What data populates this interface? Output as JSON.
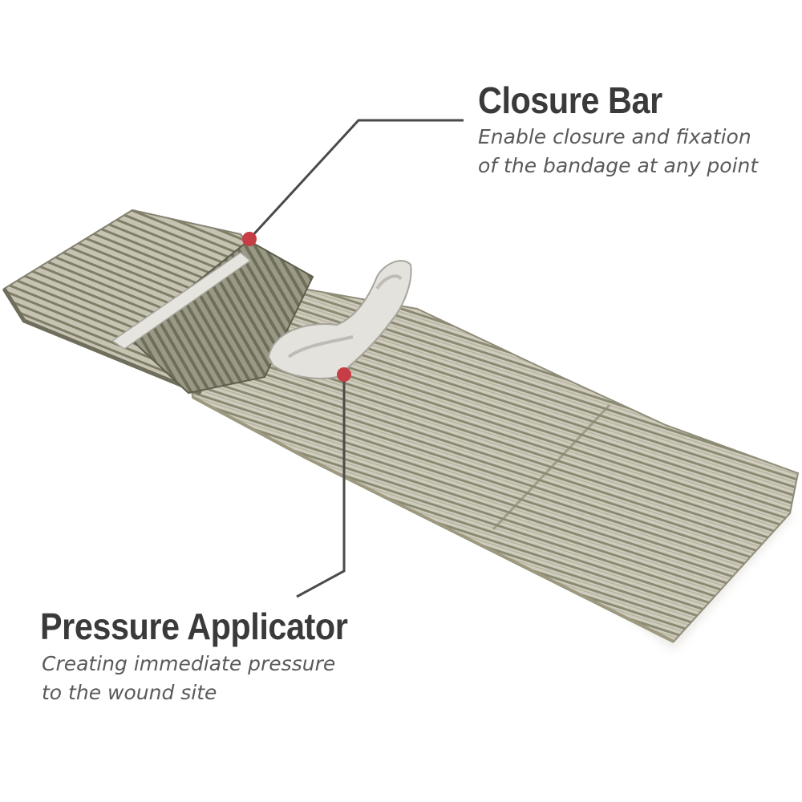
{
  "callouts": {
    "closure_bar": {
      "title": "Closure Bar",
      "description_lines": [
        "Enable closure and fixation",
        "of the bandage at any point"
      ]
    },
    "pressure_applicator": {
      "title": "Pressure Applicator",
      "description_lines": [
        "Creating immediate pressure",
        "to the wound site"
      ]
    }
  },
  "colors": {
    "marker": "#c73d45",
    "leader_line": "#4a4a4a",
    "bandage_light": "#c9c6b6",
    "bandage_stripe": "#7c7c68",
    "applicator": "#e4e2dc"
  }
}
